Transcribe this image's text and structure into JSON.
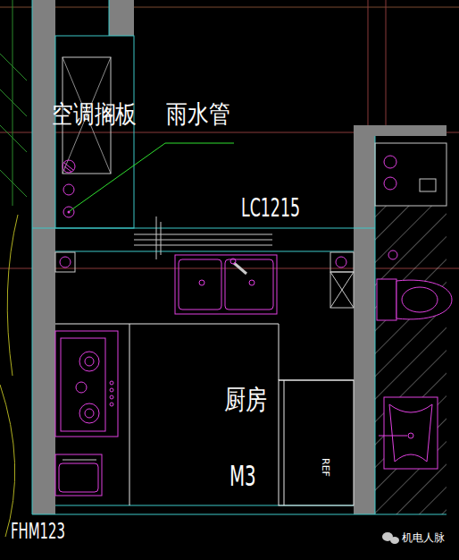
{
  "diagram": {
    "labels": [
      "空调搁板",
      "雨水管",
      "LC1215",
      "厨房",
      "M3",
      "REF",
      "FHM123",
      "机电人脉"
    ]
  }
}
